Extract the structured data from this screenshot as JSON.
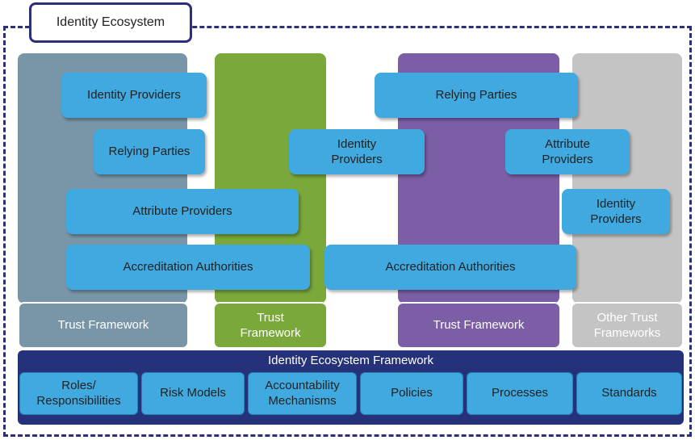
{
  "ecosystem_label": "Identity Ecosystem",
  "columns": {
    "steel": {
      "boxes": [
        "Identity Providers",
        "Relying Parties",
        "Attribute Providers",
        "Accreditation Authorities"
      ],
      "trust_framework": "Trust Framework",
      "color": "#7896a8"
    },
    "green": {
      "boxes": [
        "Identity Providers"
      ],
      "trust_framework": "Trust Framework",
      "color": "#7aa83a"
    },
    "purple": {
      "boxes": [
        "Relying Parties",
        "Attribute Providers",
        "Accreditation Authorities"
      ],
      "trust_framework": "Trust Framework",
      "color": "#7b5ea6"
    },
    "grey": {
      "boxes": [
        "Identity Providers"
      ],
      "trust_framework": "Other Trust Frameworks",
      "color": "#c4c4c4"
    }
  },
  "framework": {
    "title": "Identity Ecosystem Framework",
    "items": [
      "Roles/ Responsibilities",
      "Risk Models",
      "Accountability Mechanisms",
      "Policies",
      "Processes",
      "Standards"
    ],
    "color": "#25327a"
  },
  "box_color": "#3fa9e0",
  "border_color": "#2c2f7a"
}
